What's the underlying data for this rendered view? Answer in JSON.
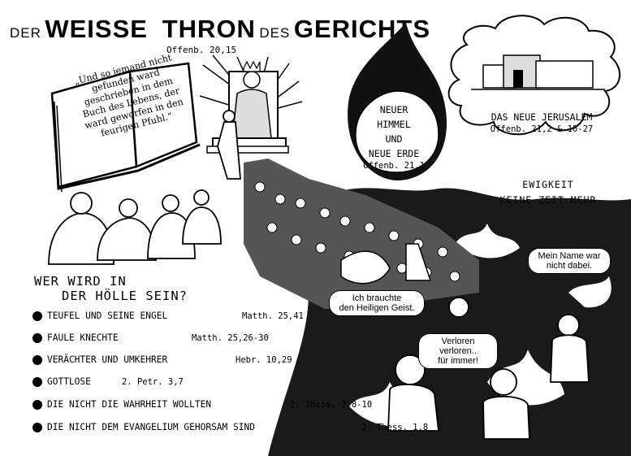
{
  "title": {
    "part1": "DER",
    "part2": "WEISSE",
    "part3": "THRON",
    "part4": "DES",
    "part5": "GERICHTS",
    "reference": "Offenb. 20,15"
  },
  "book_quote": [
    "„Und so jemand nicht",
    "gefunden ward",
    "geschrieben in dem",
    "Buch des Lebens, der",
    "ward geworfen in den",
    "feurigen  Pfuhl.“"
  ],
  "new_heaven": {
    "lines": [
      "NEUER",
      "HIMMEL",
      "UND",
      "NEUE ERDE"
    ],
    "reference": "Offenb. 21,1"
  },
  "new_jerusalem": {
    "label": "DAS NEUE JERUSALEM",
    "reference": "Offenb. 21,2 & 10-27"
  },
  "eternity": {
    "line1": "EWIGKEIT",
    "line2": "KEINE ZEIT MEHR"
  },
  "question": {
    "line1": "WER WIRD IN",
    "line2": "DER HÖLLE SEIN?"
  },
  "list": [
    {
      "text": "TEUFEL UND SEINE ENGEL",
      "ref": "Matth. 25,41"
    },
    {
      "text": "FAULE KNECHTE",
      "ref": "Matth. 25,26-30"
    },
    {
      "text": "VERÄCHTER UND UMKEHRER",
      "ref": "Hebr. 10,29"
    },
    {
      "text": "GOTTLOSE",
      "ref": "2. Petr. 3,7"
    },
    {
      "text": "DIE NICHT DIE WAHRHEIT WOLLTEN",
      "ref": "2. Thess. 2,8-10"
    },
    {
      "text": "DIE NICHT DEM EVANGELIUM GEHORSAM SIND",
      "ref": "2. Thess. 1,8"
    }
  ],
  "bubbles": {
    "name": [
      "Mein Name war",
      "nicht dabei."
    ],
    "spirit": [
      "Ich brauchte",
      "den Heiligen Geist."
    ],
    "lost": [
      "Verloren",
      "verloren..",
      "für immer!"
    ]
  }
}
